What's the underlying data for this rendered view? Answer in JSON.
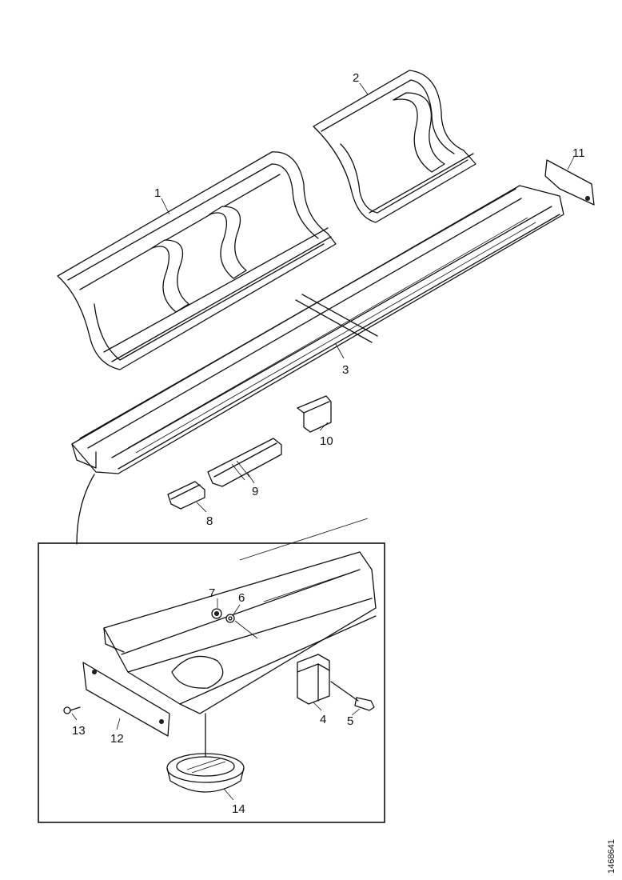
{
  "callouts": {
    "c1": "1",
    "c2": "2",
    "c3": "3",
    "c4": "4",
    "c5": "5",
    "c6": "6",
    "c7": "7",
    "c8": "8",
    "c9": "9",
    "c10": "10",
    "c11": "11",
    "c12": "12",
    "c13": "13",
    "c14": "14"
  },
  "figure_ref": "1468641"
}
